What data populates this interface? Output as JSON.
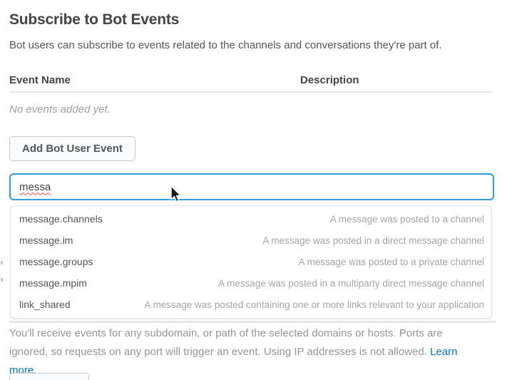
{
  "page": {
    "title": "Subscribe to Bot Events",
    "subtitle": "Bot users can subscribe to events related to the channels and conversations they're part of."
  },
  "events_table": {
    "columns": [
      "Event Name",
      "Description"
    ],
    "empty_text": "No events added yet."
  },
  "actions": {
    "add_button_label": "Add Bot User Event"
  },
  "event_search": {
    "value": "messa",
    "suggestions": [
      {
        "name": "message.channels",
        "description": "A message was posted to a channel"
      },
      {
        "name": "message.im",
        "description": "A message was posted in a direct message channel"
      },
      {
        "name": "message.groups",
        "description": "A message was posted to a private channel"
      },
      {
        "name": "message.mpim",
        "description": "A message was posted in a multiparty direct message channel"
      },
      {
        "name": "link_shared",
        "description": "A message was posted containing one or more links relevant to your application"
      }
    ]
  },
  "footer_note": {
    "text": "You'll receive events for any subdomain, or path of the selected domains or hosts. Ports are ignored, so requests on any port will trigger an event. Using IP addresses is not allowed.",
    "link_label": "Learn more."
  },
  "colors": {
    "heading": "#434245",
    "body": "#555459",
    "muted": "#9e9ea6",
    "focus_blue": "#2d9ee0",
    "link_blue": "#0576b9",
    "divider": "#e8e8e8"
  }
}
